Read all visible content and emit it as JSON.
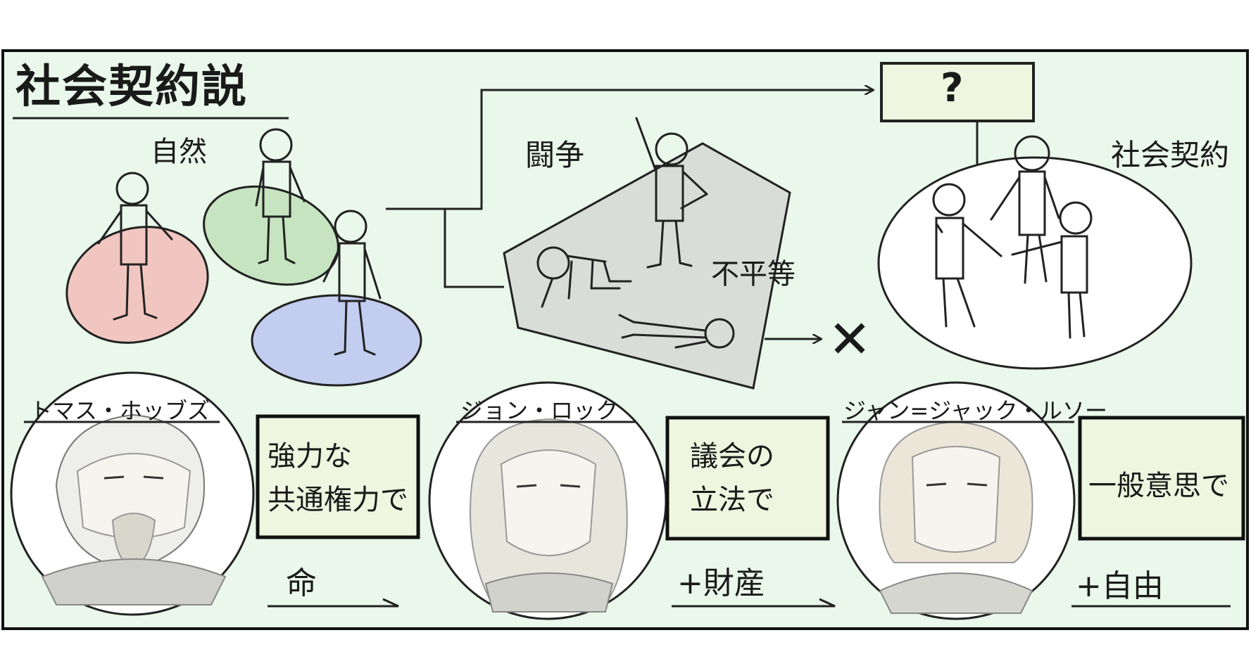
{
  "title": "社会契約説",
  "state_of_nature": "自然",
  "conflict": "闘争",
  "inequality": "不平等",
  "social_contract": "社会契約",
  "question_box": "?",
  "rejected_mark": "✕",
  "philosophers": [
    {
      "name": "トマス・ホッブズ",
      "method_lines": [
        "強力な",
        "共通権力で"
      ],
      "right": "命"
    },
    {
      "name": "ジョン・ロック",
      "method_lines": [
        "議会の",
        "立法で"
      ],
      "right": "+財産"
    },
    {
      "name": "ジャン=ジャック・ルソー",
      "method_lines": [
        "一般意思で"
      ],
      "right": "+自由"
    }
  ],
  "colors": {
    "panel_background": "#e9f8ea",
    "nature_red": "#f2c6c0",
    "nature_green": "#c6e4c0",
    "nature_blue": "#c3cdf0",
    "conflict_area": "#d8ddd7",
    "method_box": "#eef6df",
    "question_box": "#eef6df"
  }
}
